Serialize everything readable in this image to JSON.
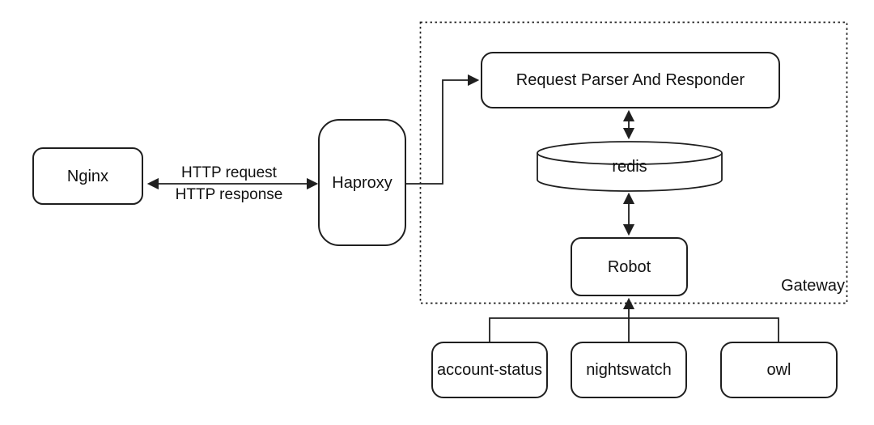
{
  "diagram": {
    "title": "gateway-architecture-diagram",
    "colors": {
      "stroke": "#1f1f1f",
      "background": "#ffffff",
      "text": "#111111"
    },
    "nodes": {
      "nginx": {
        "label": "Nginx",
        "shape": "rounded-rect"
      },
      "haproxy": {
        "label": "Haproxy",
        "shape": "rounded-rect"
      },
      "parser": {
        "label": "Request Parser And Responder",
        "shape": "rounded-rect"
      },
      "redis": {
        "label": "redis",
        "shape": "cylinder"
      },
      "robot": {
        "label": "Robot",
        "shape": "rounded-rect"
      },
      "account_status": {
        "label": "account-status",
        "shape": "rounded-rect"
      },
      "nightswatch": {
        "label": "nightswatch",
        "shape": "rounded-rect"
      },
      "owl": {
        "label": "owl",
        "shape": "rounded-rect"
      }
    },
    "group": {
      "label": "Gateway",
      "style": "dashed-border"
    },
    "edges": {
      "nginx_haproxy": {
        "type": "bidirectional",
        "label_top": "HTTP request",
        "label_bottom": "HTTP response"
      },
      "haproxy_parser": {
        "type": "directed"
      },
      "parser_redis": {
        "type": "bidirectional"
      },
      "redis_robot": {
        "type": "bidirectional"
      },
      "services_robot": {
        "type": "directed",
        "sources": [
          "account-status",
          "nightswatch",
          "owl"
        ]
      }
    }
  }
}
